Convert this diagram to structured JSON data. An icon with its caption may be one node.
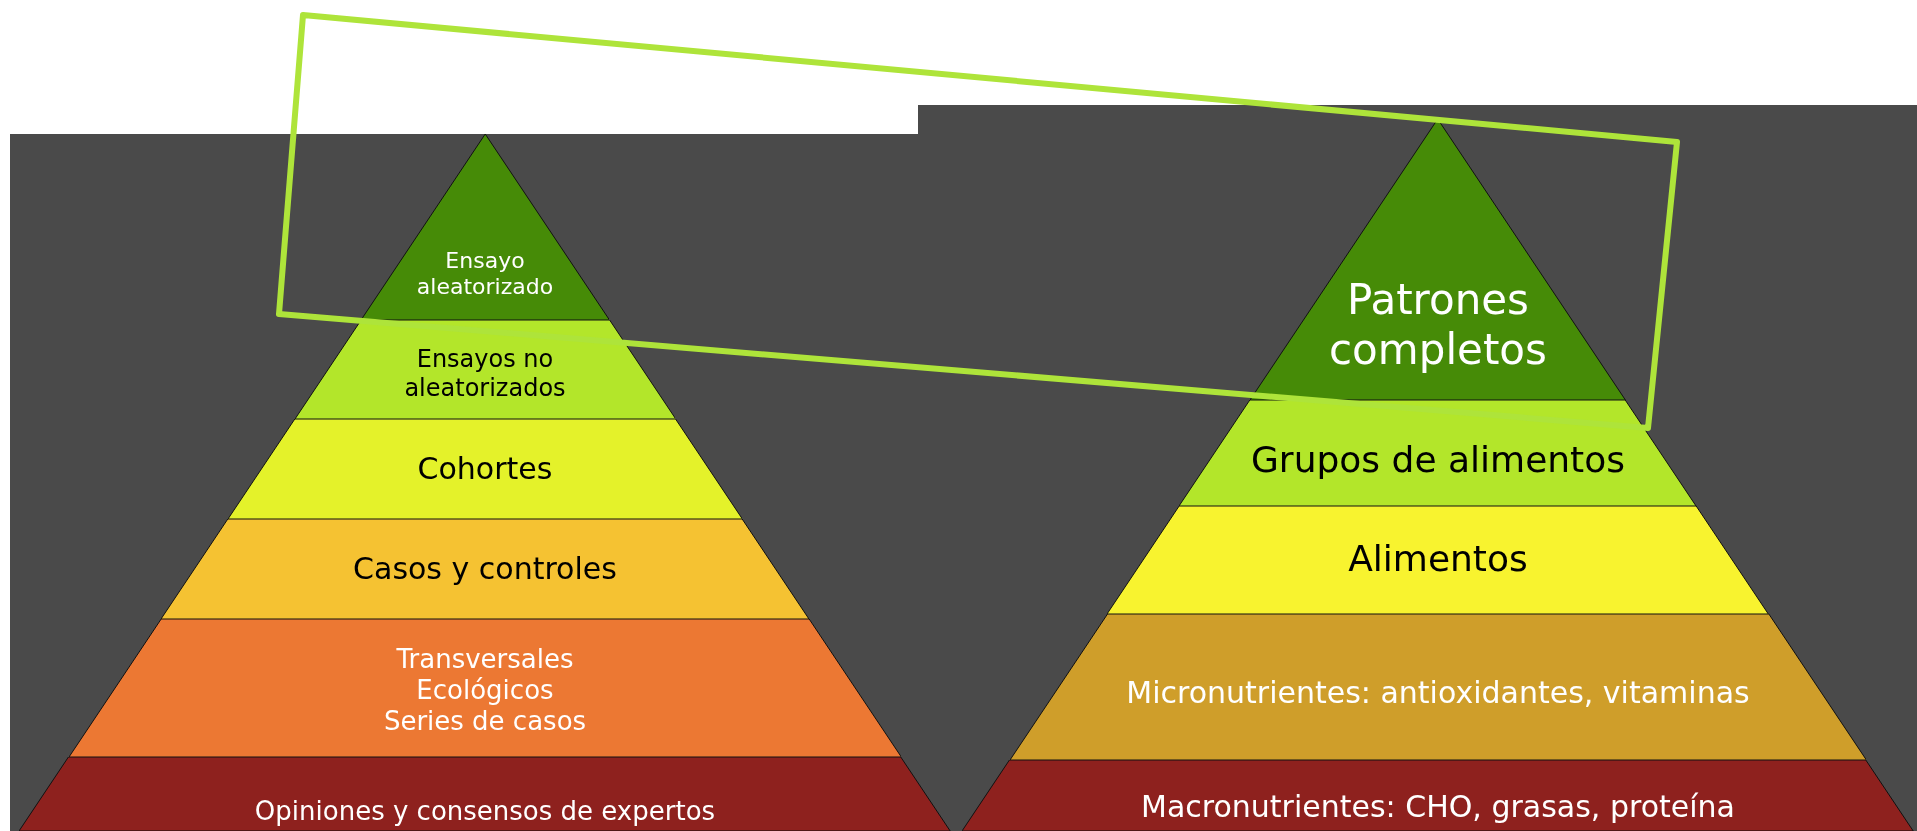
{
  "diagram": {
    "nodes": [
      {
        "text": [
          "Ensayo aleatorizado"
        ]
      },
      {
        "text": [
          "Ensayos no aleatorizados"
        ]
      },
      {
        "text": [
          "Cohortes"
        ]
      },
      {
        "text": [
          "Casos y controles"
        ]
      },
      {
        "text": [
          "Transversales",
          "Ecológicos",
          "Series de casos"
        ]
      },
      {
        "text": [
          "Opiniones y consensos de expertos"
        ]
      },
      {
        "text": [
          "Patrones completos"
        ]
      },
      {
        "text": [
          "Grupos de alimentos"
        ]
      },
      {
        "text": [
          "Alimentos"
        ]
      },
      {
        "text": [
          "Micronutrientes: antioxidantes, vitaminas"
        ]
      },
      {
        "text": [
          "Macronutrientes: CHO, grasas, proteína"
        ]
      }
    ]
  }
}
